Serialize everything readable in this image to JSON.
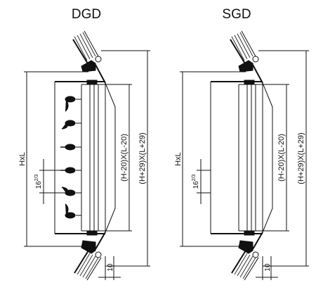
{
  "diagrams": [
    {
      "title": "DGD",
      "hxl": "HxL",
      "inner": "(H-20)X(L-20)",
      "outer": "(H+29)X(L+29)",
      "pitch_main": "16",
      "pitch_frac": "2/3",
      "depth": "10",
      "has_deflectors": true
    },
    {
      "title": "SGD",
      "hxl": "HxL",
      "inner": "(H-20)X(L-20)",
      "outer": "(H+29)X(L+29)",
      "pitch_main": "16",
      "pitch_frac": "2/3",
      "depth": "10",
      "has_deflectors": false
    }
  ],
  "colors": {
    "ink": "#111111",
    "background": "#ffffff"
  }
}
